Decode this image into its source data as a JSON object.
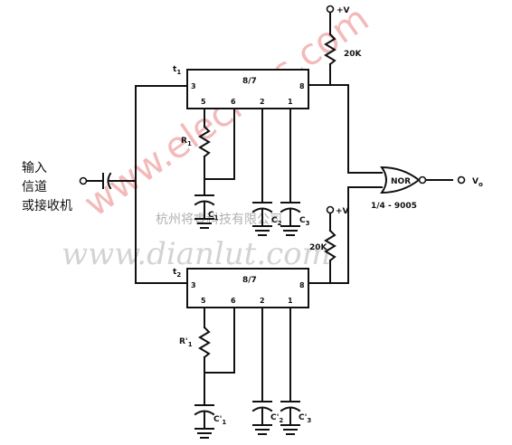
{
  "input_label": [
    "输入",
    "信道",
    "或接收机"
  ],
  "vcc_top": "+V",
  "vcc_bottom": "+V",
  "resistor_top": "20K",
  "resistor_bottom": "20K",
  "output": "V",
  "output_sub": "o",
  "gate": {
    "type": "NOR",
    "part": "1/4 - 9005"
  },
  "timer_top": {
    "name": "8/7",
    "pins": {
      "p3": "3",
      "p5": "5",
      "p6": "6",
      "p2": "2",
      "p1": "1",
      "p8": "8"
    },
    "trigger": "t",
    "trigger_sub": "1"
  },
  "timer_bottom": {
    "name": "8/7",
    "pins": {
      "p3": "3",
      "p5": "5",
      "p6": "6",
      "p2": "2",
      "p1": "1",
      "p8": "8"
    },
    "trigger": "t",
    "trigger_sub": "2"
  },
  "components_top": {
    "r1": "R",
    "r1_sub": "1",
    "c1": "C",
    "c1_sub": "1",
    "c2": "C",
    "c2_sub": "2",
    "c3": "C",
    "c3_sub": "3"
  },
  "components_bottom": {
    "r1": "R'",
    "r1_sub": "1",
    "c1": "C'",
    "c1_sub": "1",
    "c2": "C'",
    "c2_sub": "2",
    "c3": "C'",
    "c3_sub": "3"
  },
  "watermark_1": "www.elecfans.com",
  "watermark_2": "www.dianlut.com",
  "watermark_3": "杭州将睿科技有限公司"
}
